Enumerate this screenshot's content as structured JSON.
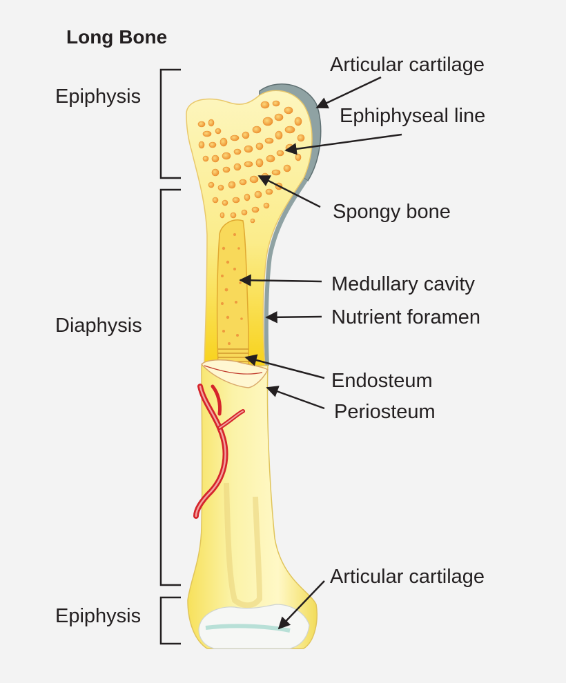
{
  "title": "Long Bone",
  "regions": {
    "epiphysis_top": "Epiphysis",
    "diaphysis": "Diaphysis",
    "epiphysis_bottom": "Epiphysis"
  },
  "labels": {
    "articular_cartilage_top": "Articular cartilage",
    "epiphyseal_line": "Ephiphyseal line",
    "spongy_bone": "Spongy bone",
    "medullary_cavity": "Medullary cavity",
    "nutrient_foramen": "Nutrient foramen",
    "endosteum": "Endosteum",
    "periosteum": "Periosteum",
    "articular_cartilage_bottom": "Articular cartilage"
  },
  "colors": {
    "background": "#f3f3f3",
    "bone_light": "#fbf5b8",
    "bone_dark": "#f8d422",
    "spongy": "#f3a04a",
    "cartilage": "#8fa2a3",
    "vessel": "#d5242b",
    "line": "#231f20"
  }
}
